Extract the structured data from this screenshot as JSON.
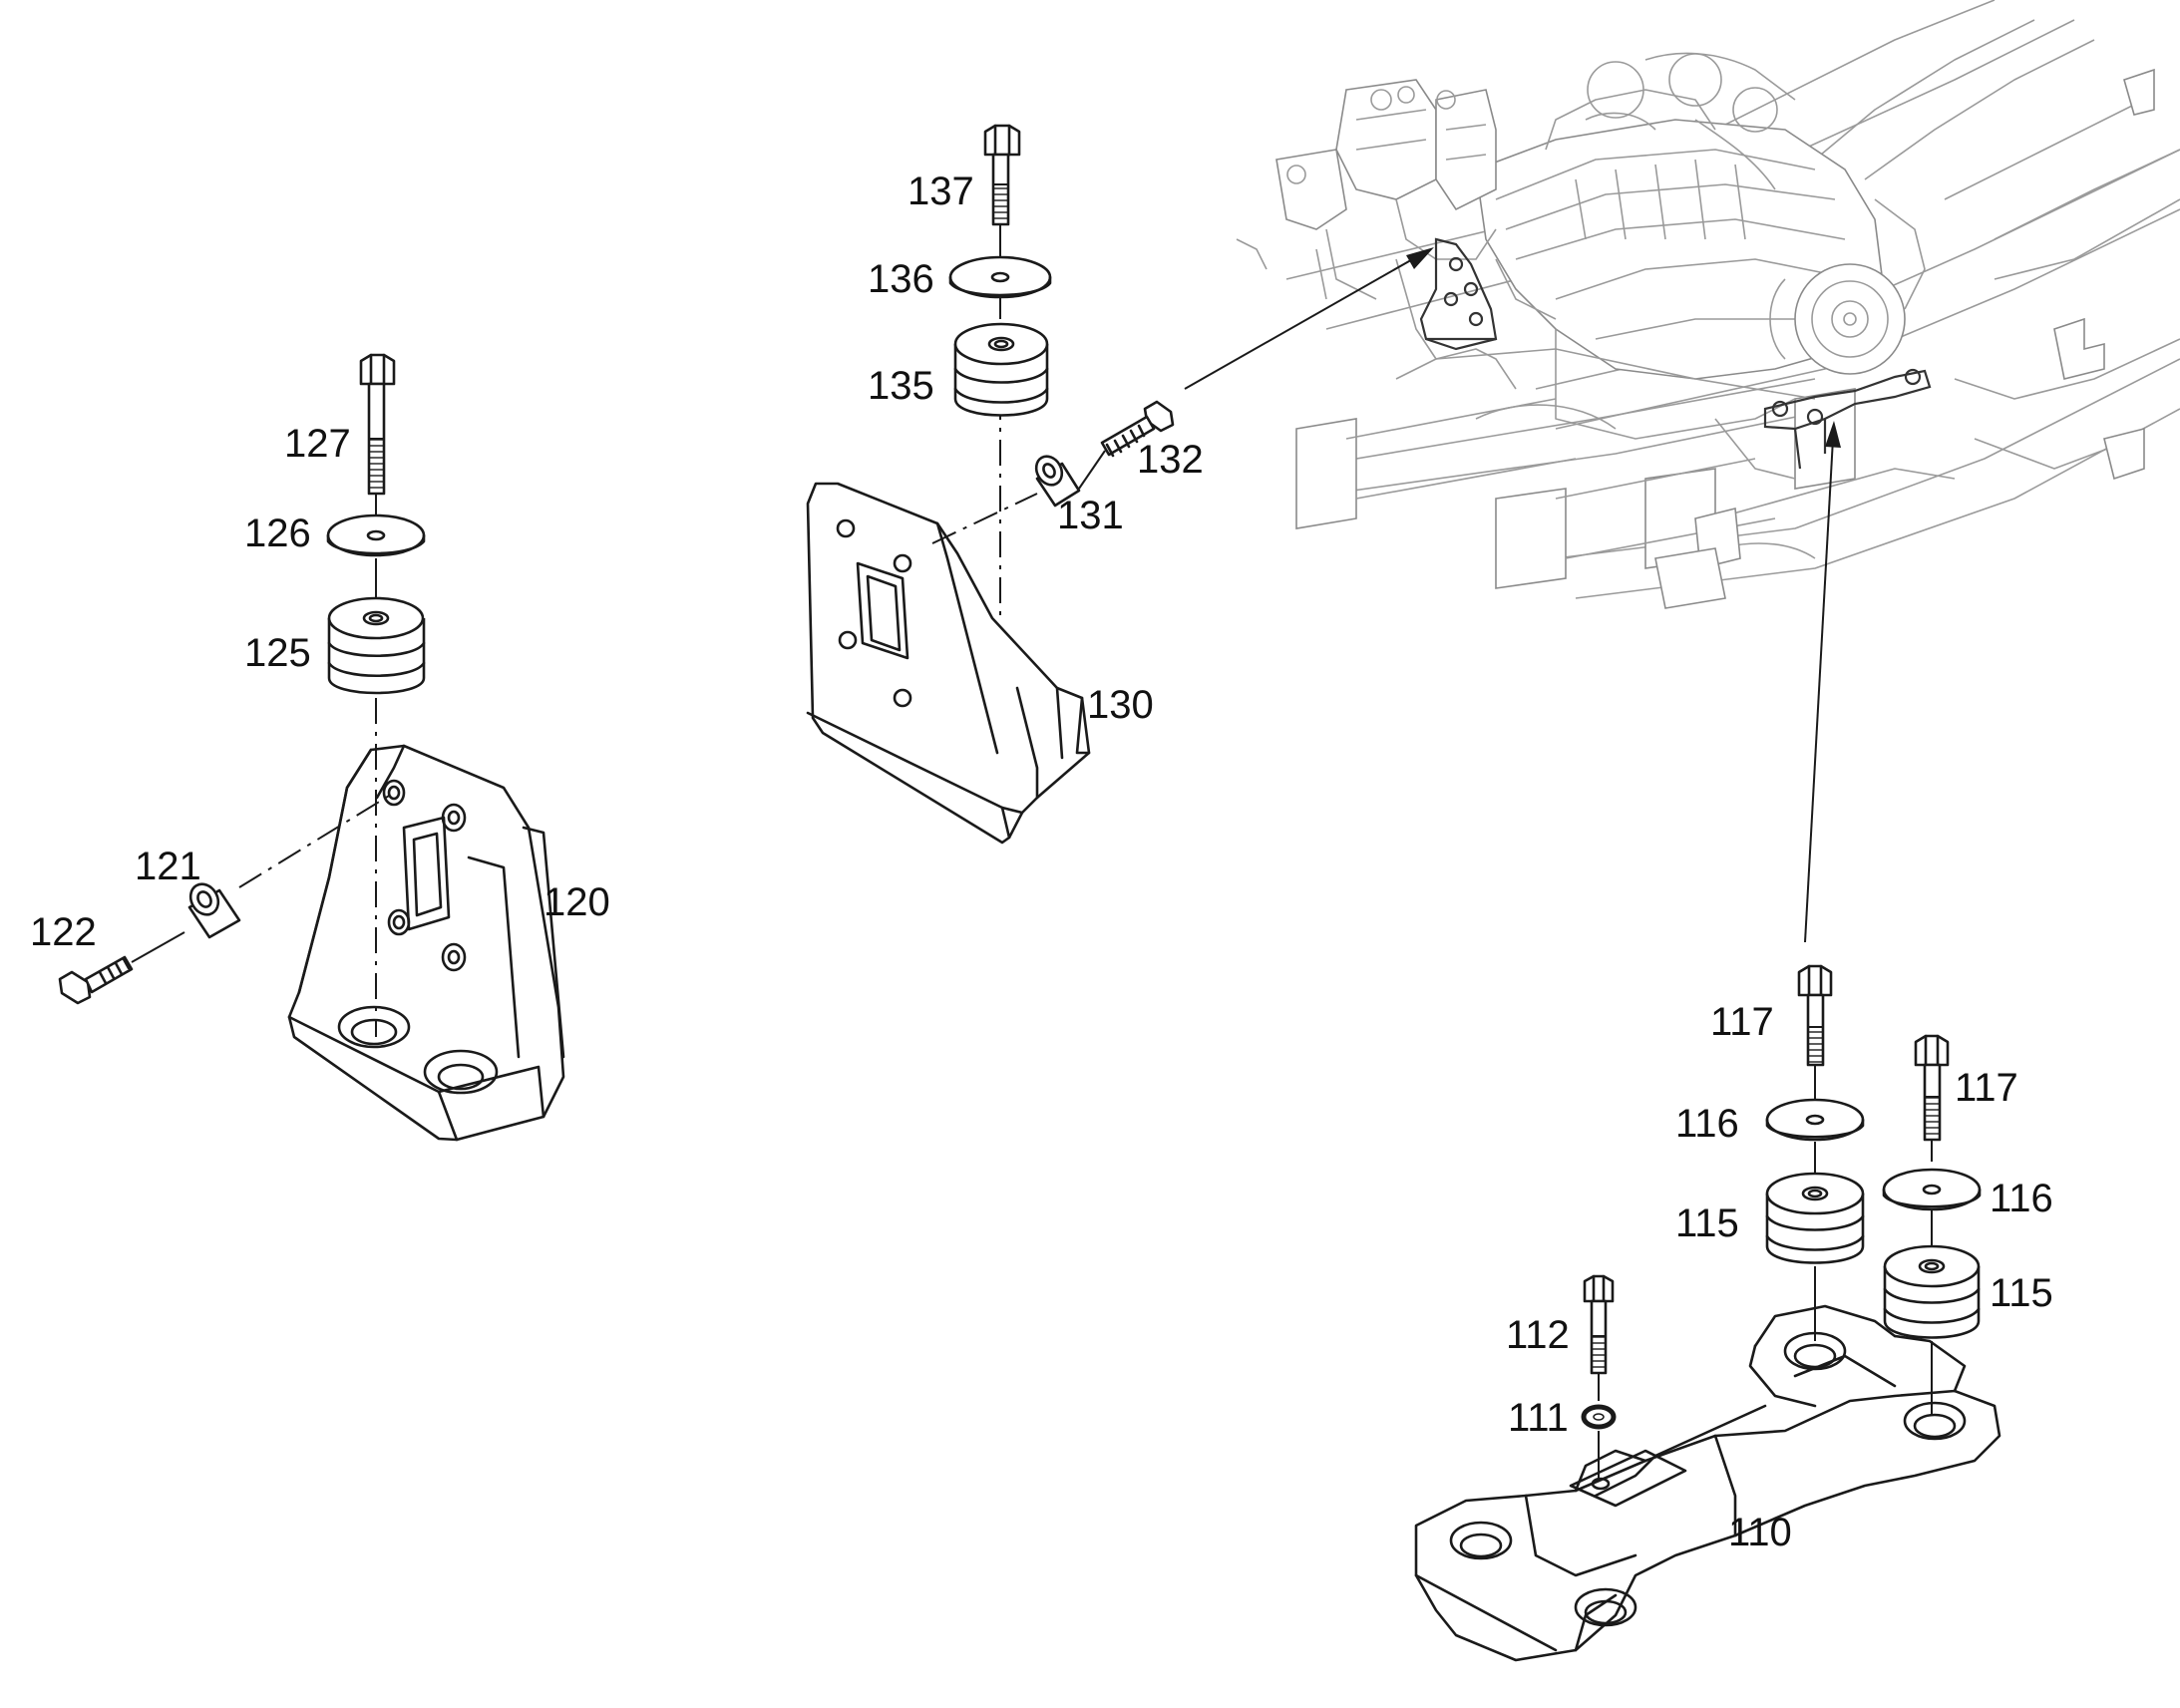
{
  "callouts": {
    "p110": "110",
    "p111": "111",
    "p112": "112",
    "p115a": "115",
    "p115b": "115",
    "p116a": "116",
    "p116b": "116",
    "p117a": "117",
    "p117b": "117",
    "p120": "120",
    "p121": "121",
    "p122": "122",
    "p125": "125",
    "p126": "126",
    "p127": "127",
    "p130": "130",
    "p131": "131",
    "p132": "132",
    "p135": "135",
    "p136": "136",
    "p137": "137"
  }
}
